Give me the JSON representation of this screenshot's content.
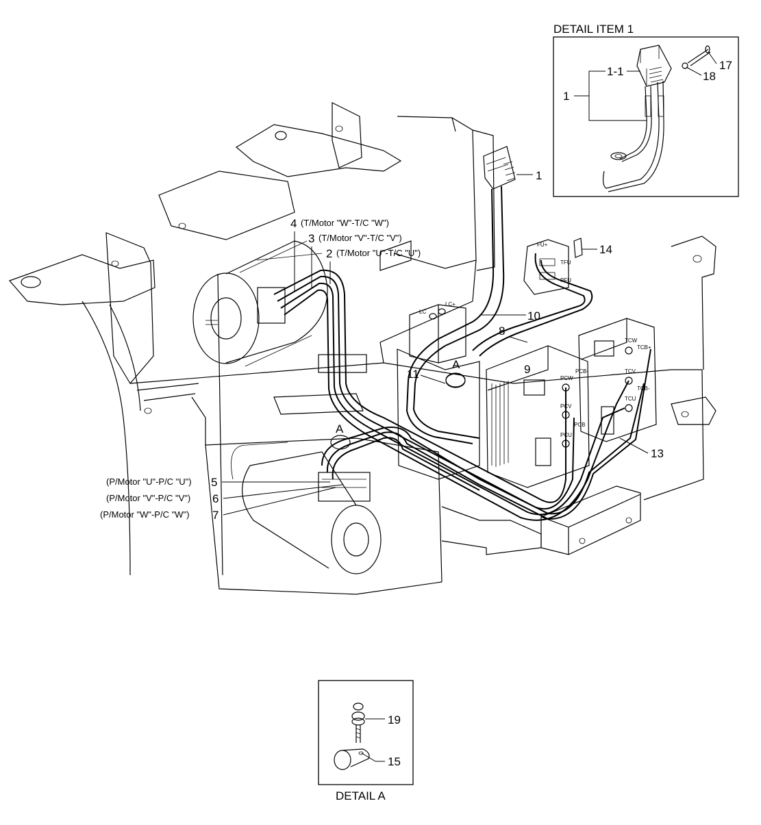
{
  "detail_item_1": {
    "title": "DETAIL ITEM 1",
    "labels": {
      "item_1": "1",
      "item_1_1": "1-1",
      "item_17": "17",
      "item_18": "18"
    }
  },
  "detail_a": {
    "title": "DETAIL A",
    "labels": {
      "item_19": "19",
      "item_15": "15"
    }
  },
  "callouts": {
    "c1": "1",
    "c2": "2",
    "c3": "3",
    "c4": "4",
    "c5": "5",
    "c6": "6",
    "c7": "7",
    "c8": "8",
    "c9": "9",
    "c10": "10",
    "c11": "11",
    "c13": "13",
    "c14": "14",
    "a_top": "A",
    "a_bottom": "A"
  },
  "descriptions": {
    "d2": "(T/Motor \"U\"-T/C \"U\")",
    "d3": "(T/Motor \"V\"-T/C \"V\")",
    "d4": "(T/Motor \"W\"-T/C \"W\")",
    "d5": "(P/Motor \"U\"-P/C \"U\")",
    "d6": "(P/Motor \"V\"-P/C \"V\")",
    "d7": "(P/Motor \"W\"-P/C \"W\")"
  },
  "component_marks": {
    "fu_plus": "FU+",
    "tfu": "TFU",
    "pfu": "PFU",
    "lc_plus": "LC+",
    "lc": "LC",
    "pcw": "PCW",
    "pcv": "PCV",
    "pcu": "PCU",
    "pcb_minus": "PCB-",
    "pcb": "PCB",
    "tcw": "TCW",
    "tcv": "TCV",
    "tcu": "TCU",
    "tcb_plus": "TCB+",
    "tcb_minus": "TCB-"
  }
}
